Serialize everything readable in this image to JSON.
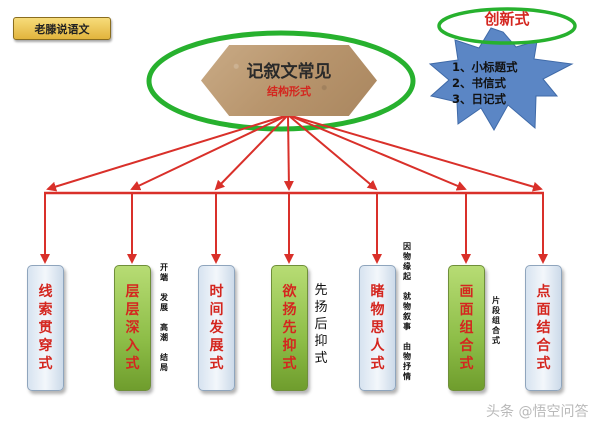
{
  "tag_label": "老滕说语文",
  "center": {
    "title": "记叙文常见",
    "subtitle": "结构形式"
  },
  "star": {
    "title": "创新式",
    "items": [
      "1、小标题式",
      "2、书信式",
      "3、日记式"
    ]
  },
  "boxes": [
    {
      "id": "xiansuo",
      "chars": "线索贯穿式",
      "style": "blue"
    },
    {
      "id": "cengceng",
      "chars": "层层深入式",
      "style": "green"
    },
    {
      "id": "shijian",
      "chars": "时间发展式",
      "style": "blue"
    },
    {
      "id": "yuyang",
      "chars": "欲扬先抑式",
      "style": "green"
    },
    {
      "id": "duwu",
      "chars": "睹物思人式",
      "style": "blue"
    },
    {
      "id": "huamian",
      "chars": "画面组合式",
      "style": "green"
    },
    {
      "id": "dianmian",
      "chars": "点面结合式",
      "style": "blue"
    }
  ],
  "notes": {
    "cengceng": [
      "开端",
      "发展",
      "高潮",
      "结局"
    ],
    "yuyang": "先扬后抑式",
    "duwu": [
      "因物缘起",
      "就物叙事",
      "由物抒情"
    ],
    "huamian": "片段组合式"
  },
  "watermark": "头条 @悟空问答",
  "colors": {
    "arrow": "#d9302a",
    "accent_red": "#d4261f",
    "star_blue": "#5b86c5",
    "ellipse_green": "#27b12e"
  }
}
